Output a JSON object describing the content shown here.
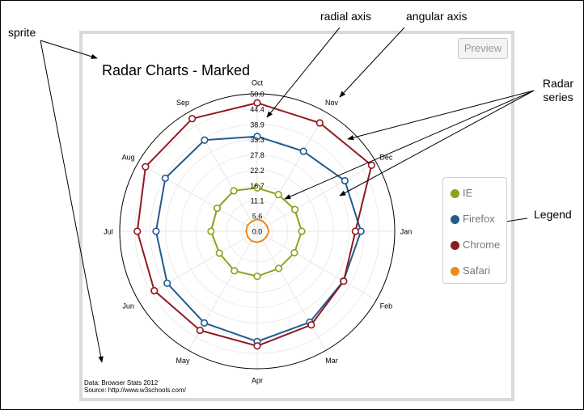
{
  "chart_data": {
    "type": "radar",
    "title": "Radar Charts - Marked",
    "categories": [
      "Oct",
      "Nov",
      "Dec",
      "Jan",
      "Feb",
      "Mar",
      "Apr",
      "May",
      "Jun",
      "Jul",
      "Aug",
      "Sep"
    ],
    "radial_ticks": [
      "0.0",
      "5.6",
      "11.1",
      "16.7",
      "22.2",
      "27.8",
      "33.3",
      "38.9",
      "44.4",
      "50.0"
    ],
    "rmax": 50,
    "series": [
      {
        "name": "IE",
        "color": "#8aa21f",
        "values": [
          15.8,
          15.4,
          15.8,
          16.2,
          15.6,
          15.6,
          16.4,
          16.6,
          15.9,
          16.8,
          16.8,
          17.0
        ]
      },
      {
        "name": "Firefox",
        "color": "#245a8e",
        "values": [
          34.5,
          33.6,
          36.8,
          37.7,
          36.2,
          38.2,
          40.1,
          38.5,
          37.8,
          36.8,
          38.6,
          38.3
        ]
      },
      {
        "name": "Chrome",
        "color": "#8e1b21",
        "values": [
          46.7,
          45.5,
          48.0,
          35.7,
          36.3,
          39.3,
          41.7,
          41.6,
          43.2,
          43.6,
          46.9,
          47.3
        ]
      },
      {
        "name": "Safari",
        "color": "#ee8a1a",
        "values": [
          4.4,
          4.2,
          4.1,
          4.2,
          3.9,
          3.9,
          4.0,
          4.1,
          4.0,
          4.0,
          4.2,
          4.1
        ]
      }
    ],
    "legend_position": "right",
    "grid": true
  },
  "ui": {
    "preview_label": "Preview",
    "credit_line1": "Data: Browser Stats 2012",
    "credit_line2": "Source: http://www.w3schools.com/"
  },
  "annotations": {
    "sprite": "sprite",
    "radial_axis": "radial axis",
    "angular_axis": "angular axis",
    "radar_series": "Radar\nseries",
    "legend": "Legend"
  }
}
